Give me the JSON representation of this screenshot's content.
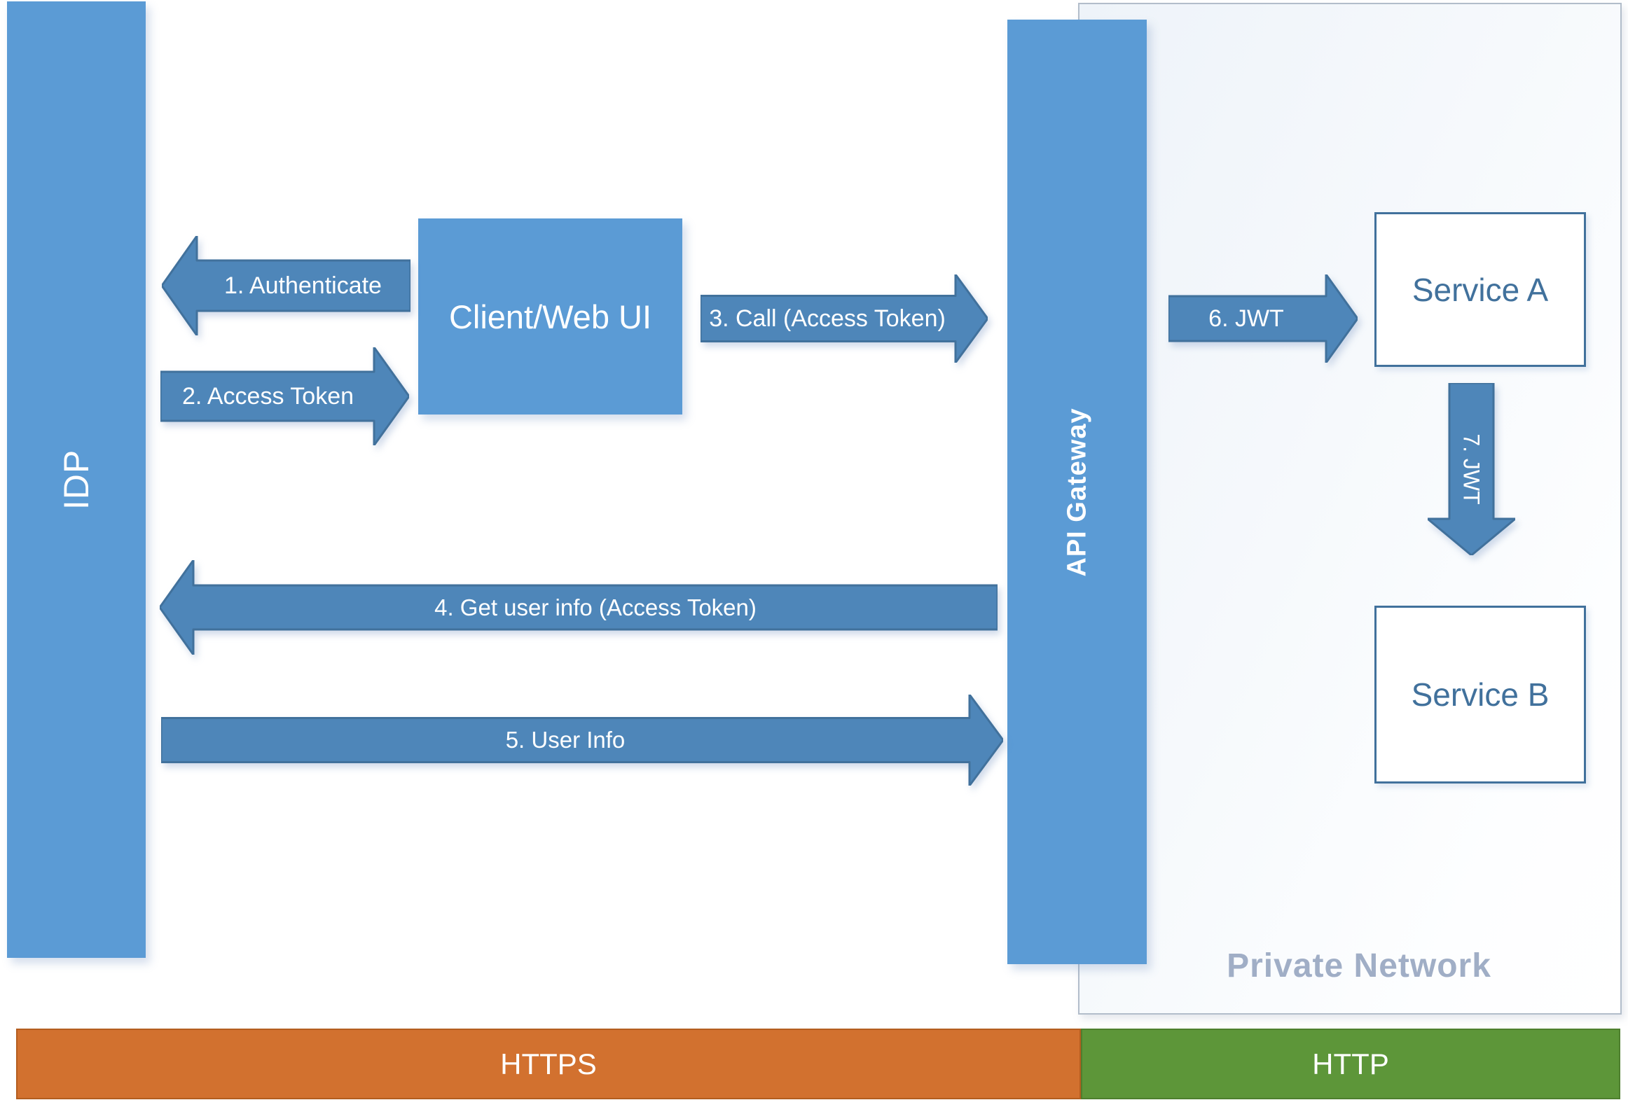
{
  "nodes": {
    "idp": {
      "label": "IDP"
    },
    "client": {
      "label": "Client/Web UI"
    },
    "api_gateway": {
      "label": "API Gateway"
    },
    "service_a": {
      "label": "Service A"
    },
    "service_b": {
      "label": "Service B"
    }
  },
  "container": {
    "label": "Private Network"
  },
  "arrows": {
    "a1": {
      "label": "1. Authenticate",
      "direction": "left"
    },
    "a2": {
      "label": "2. Access Token",
      "direction": "right"
    },
    "a3": {
      "label": "3. Call (Access Token)",
      "direction": "right"
    },
    "a4": {
      "label": "4. Get user info (Access Token)",
      "direction": "left"
    },
    "a5": {
      "label": "5. User Info",
      "direction": "right"
    },
    "a6": {
      "label": "6. JWT",
      "direction": "right"
    },
    "a7": {
      "label": "7. JWT",
      "direction": "down"
    }
  },
  "transport": {
    "https": {
      "label": "HTTPS",
      "color": "#d2712f"
    },
    "http": {
      "label": "HTTP",
      "color": "#5d9639"
    }
  },
  "colors": {
    "node_blue": "#5b9bd5",
    "arrow_blue": "#4e86b9",
    "arrow_border": "#41719c",
    "box_border": "#41719c",
    "private_network_text": "#a0aec6",
    "https_orange": "#d2712f",
    "http_green": "#5d9639"
  }
}
